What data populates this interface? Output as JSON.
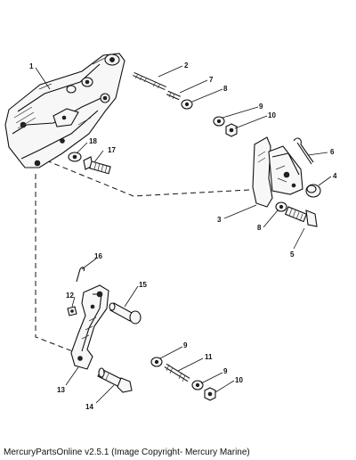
{
  "callouts": {
    "n1": "1",
    "n2": "2",
    "n3": "3",
    "n4": "4",
    "n5": "5",
    "n6": "6",
    "n7": "7",
    "n8a": "8",
    "n8b": "8",
    "n9a": "9",
    "n9b": "9",
    "n9c": "9",
    "n10a": "10",
    "n10b": "10",
    "n11": "11",
    "n12": "12",
    "n13": "13",
    "n14": "14",
    "n15": "15",
    "n16": "16",
    "n17": "17",
    "n18": "18"
  },
  "footer": {
    "caption": "MercuryPartsOnline v2.5.1 (Image Copyright- Mercury Marine)"
  }
}
